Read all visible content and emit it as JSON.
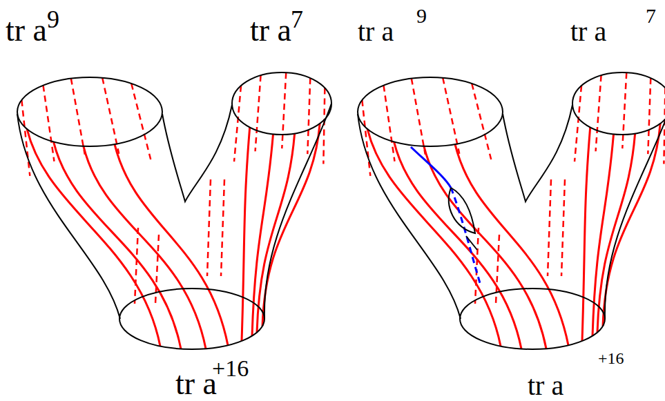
{
  "diagram": {
    "labels": [
      "tr a",
      "9",
      "tr a",
      "7",
      "tr a",
      "+16",
      "tr a",
      "9",
      "tr a",
      "7",
      "tr a",
      "+16"
    ]
  }
}
